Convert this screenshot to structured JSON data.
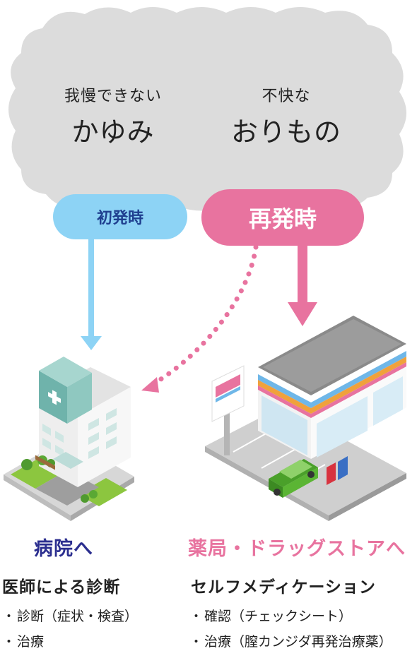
{
  "cloud": {
    "left_caption": "我慢できない",
    "left_main": "かゆみ",
    "right_caption": "不快な",
    "right_main": "おりもの"
  },
  "first_time": {
    "label": "初発時",
    "color": "#8dd3f5",
    "text_color": "#1f3f8f"
  },
  "recurrence": {
    "label": "再発時",
    "color": "#e8739f"
  },
  "hospital": {
    "title": "病院へ",
    "title_color": "#2b2e8f",
    "section": "医師による診断",
    "items": [
      "診断（症状・検査）",
      "治療"
    ]
  },
  "pharmacy": {
    "title": "薬局・ドラッグストアへ",
    "title_color": "#e8739f",
    "section": "セルフメディケーション",
    "items": [
      "確認（チェックシート）",
      "治療（膣カンジダ再発治療薬）"
    ]
  },
  "bullet": "・"
}
